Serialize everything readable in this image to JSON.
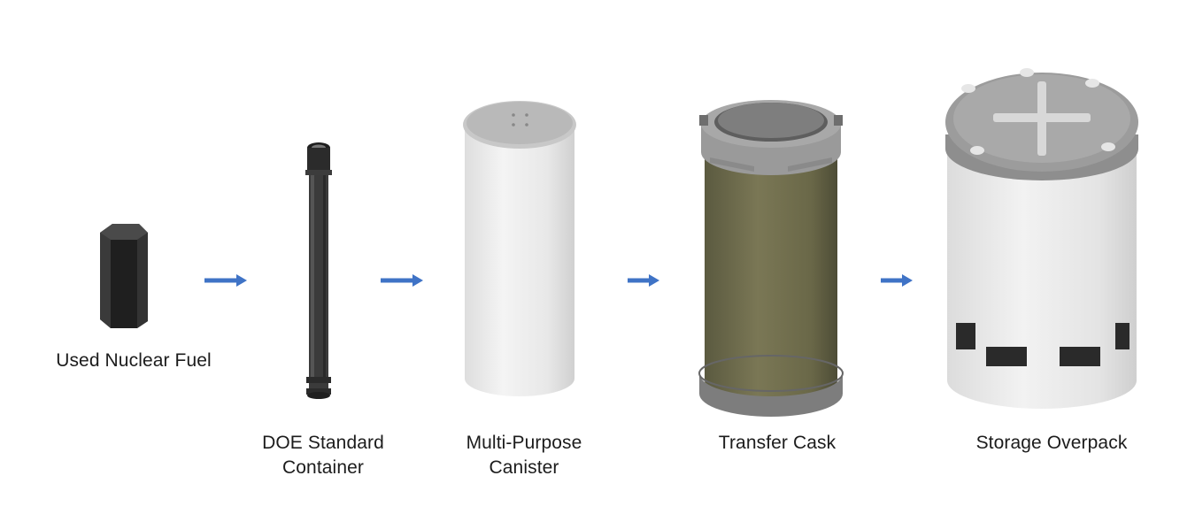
{
  "diagram": {
    "stages": [
      {
        "id": "used-nuclear-fuel",
        "label_lines": [
          "Used Nuclear Fuel"
        ]
      },
      {
        "id": "doe-standard-container",
        "label_lines": [
          "DOE Standard",
          "Container"
        ]
      },
      {
        "id": "multi-purpose-canister",
        "label_lines": [
          "Multi-Purpose",
          "Canister"
        ]
      },
      {
        "id": "transfer-cask",
        "label_lines": [
          "Transfer Cask"
        ]
      },
      {
        "id": "storage-overpack",
        "label_lines": [
          "Storage Overpack"
        ]
      }
    ],
    "arrow_color": "#3f73c6"
  }
}
